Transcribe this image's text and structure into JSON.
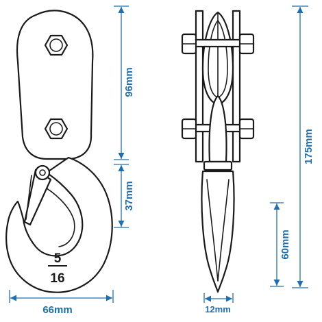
{
  "dimensions": {
    "width": "66mm",
    "body_height": "96mm",
    "hook_height": "37mm",
    "total_height": "175mm",
    "hook_opening": "60mm",
    "thickness": "12mm"
  },
  "hook_marking": {
    "numerator": "5",
    "denominator": "16"
  },
  "colors": {
    "dimension_lines": "#1f6fae",
    "outline": "#1a1a1a"
  }
}
